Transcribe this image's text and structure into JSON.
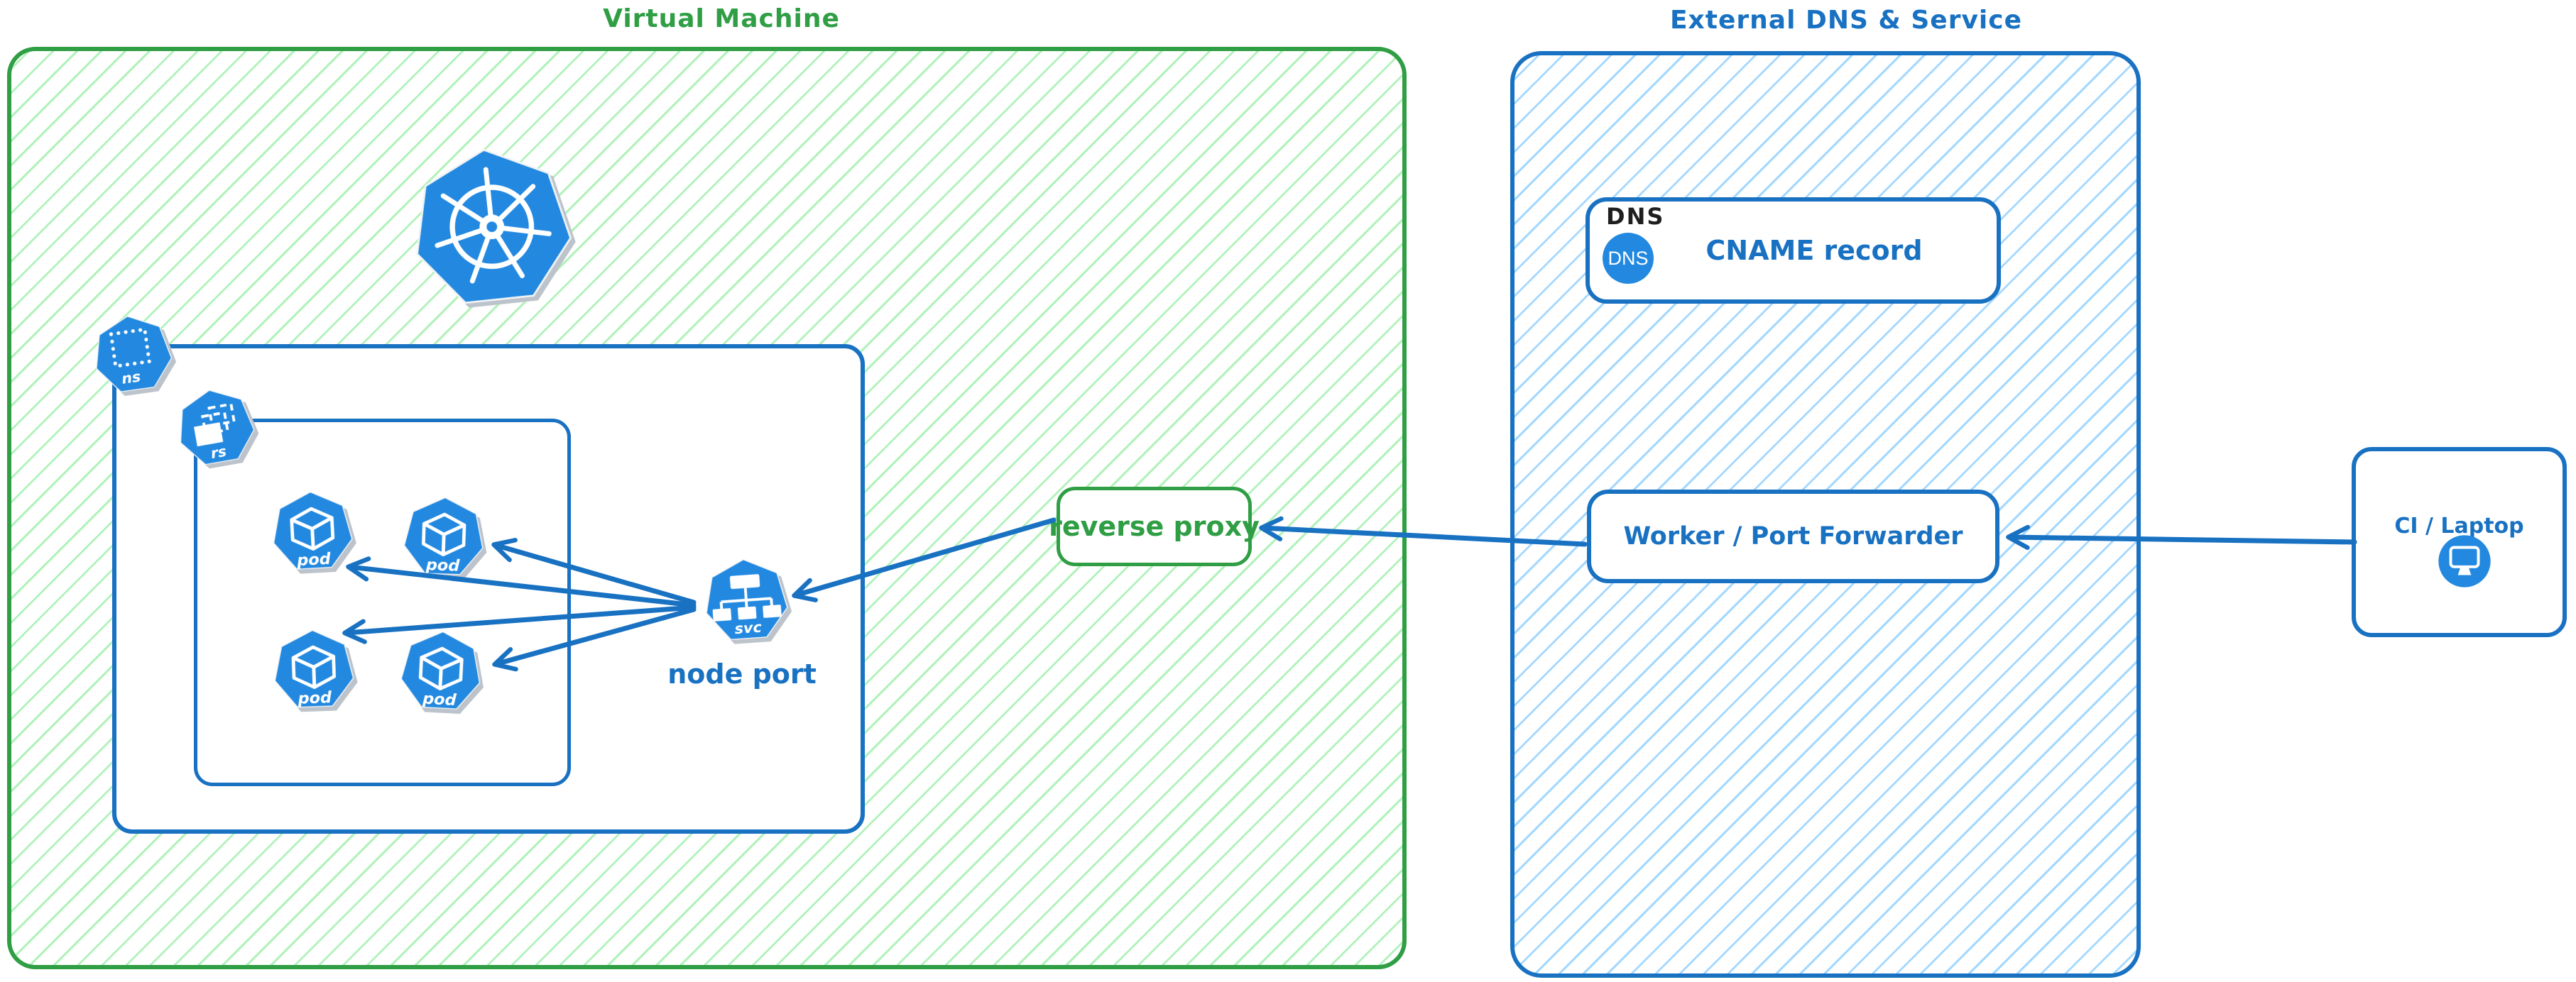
{
  "diagram": {
    "vm": {
      "title": "Virtual Machine",
      "node_port_label": "node port",
      "reverse_proxy_label": "reverse proxy",
      "icon_labels": {
        "ns": "ns",
        "rs": "rs",
        "pod": "pod",
        "svc": "svc"
      }
    },
    "external": {
      "title": "External DNS & Service",
      "dns_tag": "DNS",
      "dns_badge_label": "DNS",
      "cname_label": "CNAME record",
      "worker_label": "Worker / Port Forwarder"
    },
    "ci": {
      "label": "CI / Laptop"
    },
    "icons": {
      "kubernetes": "heptagon-ship-wheel",
      "namespace": "heptagon-dotted-square",
      "replicaset": "heptagon-stacked-rects",
      "pod": "heptagon-cube",
      "service": "heptagon-tree",
      "dns": "blue-circle-DNS",
      "laptop": "blue-circle-monitor"
    },
    "edges": [
      {
        "from": "ci-laptop",
        "to": "worker-port-forwarder"
      },
      {
        "from": "worker-port-forwarder",
        "to": "reverse-proxy"
      },
      {
        "from": "reverse-proxy",
        "to": "node-port-service"
      },
      {
        "from": "node-port-service",
        "to": "pod-1"
      },
      {
        "from": "node-port-service",
        "to": "pod-2"
      },
      {
        "from": "node-port-service",
        "to": "pod-3"
      },
      {
        "from": "node-port-service",
        "to": "pod-4"
      }
    ],
    "colors": {
      "green": "#2f9e44",
      "green_hatch": "#b2f2bb",
      "blue": "#1971c2",
      "blue_hatch": "#a5d8ff",
      "icon_blue": "#2389e0",
      "black": "#1e1e1e"
    }
  }
}
